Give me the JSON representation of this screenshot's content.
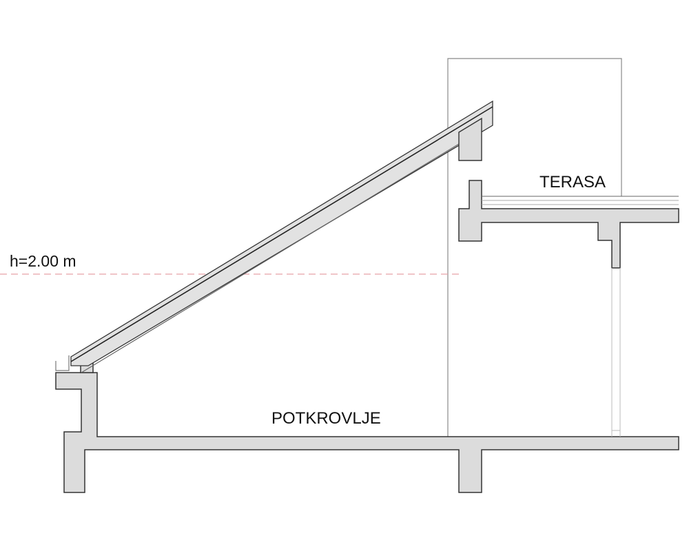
{
  "labels": {
    "height_line": "h=2.00 m",
    "attic": "POTKROVLJE",
    "terrace": "TERASA"
  },
  "colors": {
    "concrete_fill": "#dcdcdc",
    "outline": "#333333",
    "thin_line": "#888888",
    "height_line": "#e8a0a8"
  }
}
